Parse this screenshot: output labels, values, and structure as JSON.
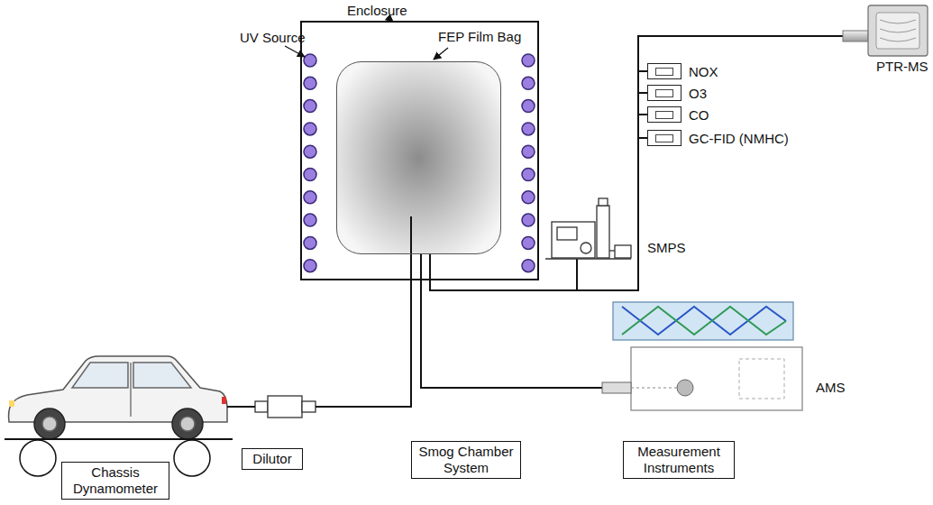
{
  "diagram": {
    "nodes": [
      {
        "text": [
          "Enclosure"
        ]
      },
      {
        "text": [
          "FEP Film Bag"
        ],
        "in": 0
      },
      {
        "text": [
          "NOX"
        ]
      },
      {
        "text": [
          "O3"
        ]
      },
      {
        "text": [
          "CO"
        ]
      },
      {
        "text": [
          "GC-FID (NMHC)"
        ]
      },
      {
        "text": [
          "Chassis Dynamometer"
        ]
      },
      {
        "text": [
          "Dilutor"
        ]
      },
      {
        "text": [
          "Smog Chamber System"
        ]
      },
      {
        "text": [
          "Measurement Instruments"
        ]
      }
    ],
    "edges": [
      {
        "from": 1,
        "to": 2,
        "arrow": "none"
      },
      {
        "from": 1,
        "to": 3,
        "arrow": "none"
      },
      {
        "from": 1,
        "to": 4,
        "arrow": "none"
      },
      {
        "from": 1,
        "to": 5,
        "arrow": "none"
      }
    ],
    "labels": [
      "UV Source",
      "PTR-MS",
      "SMPS",
      "AMS"
    ]
  }
}
